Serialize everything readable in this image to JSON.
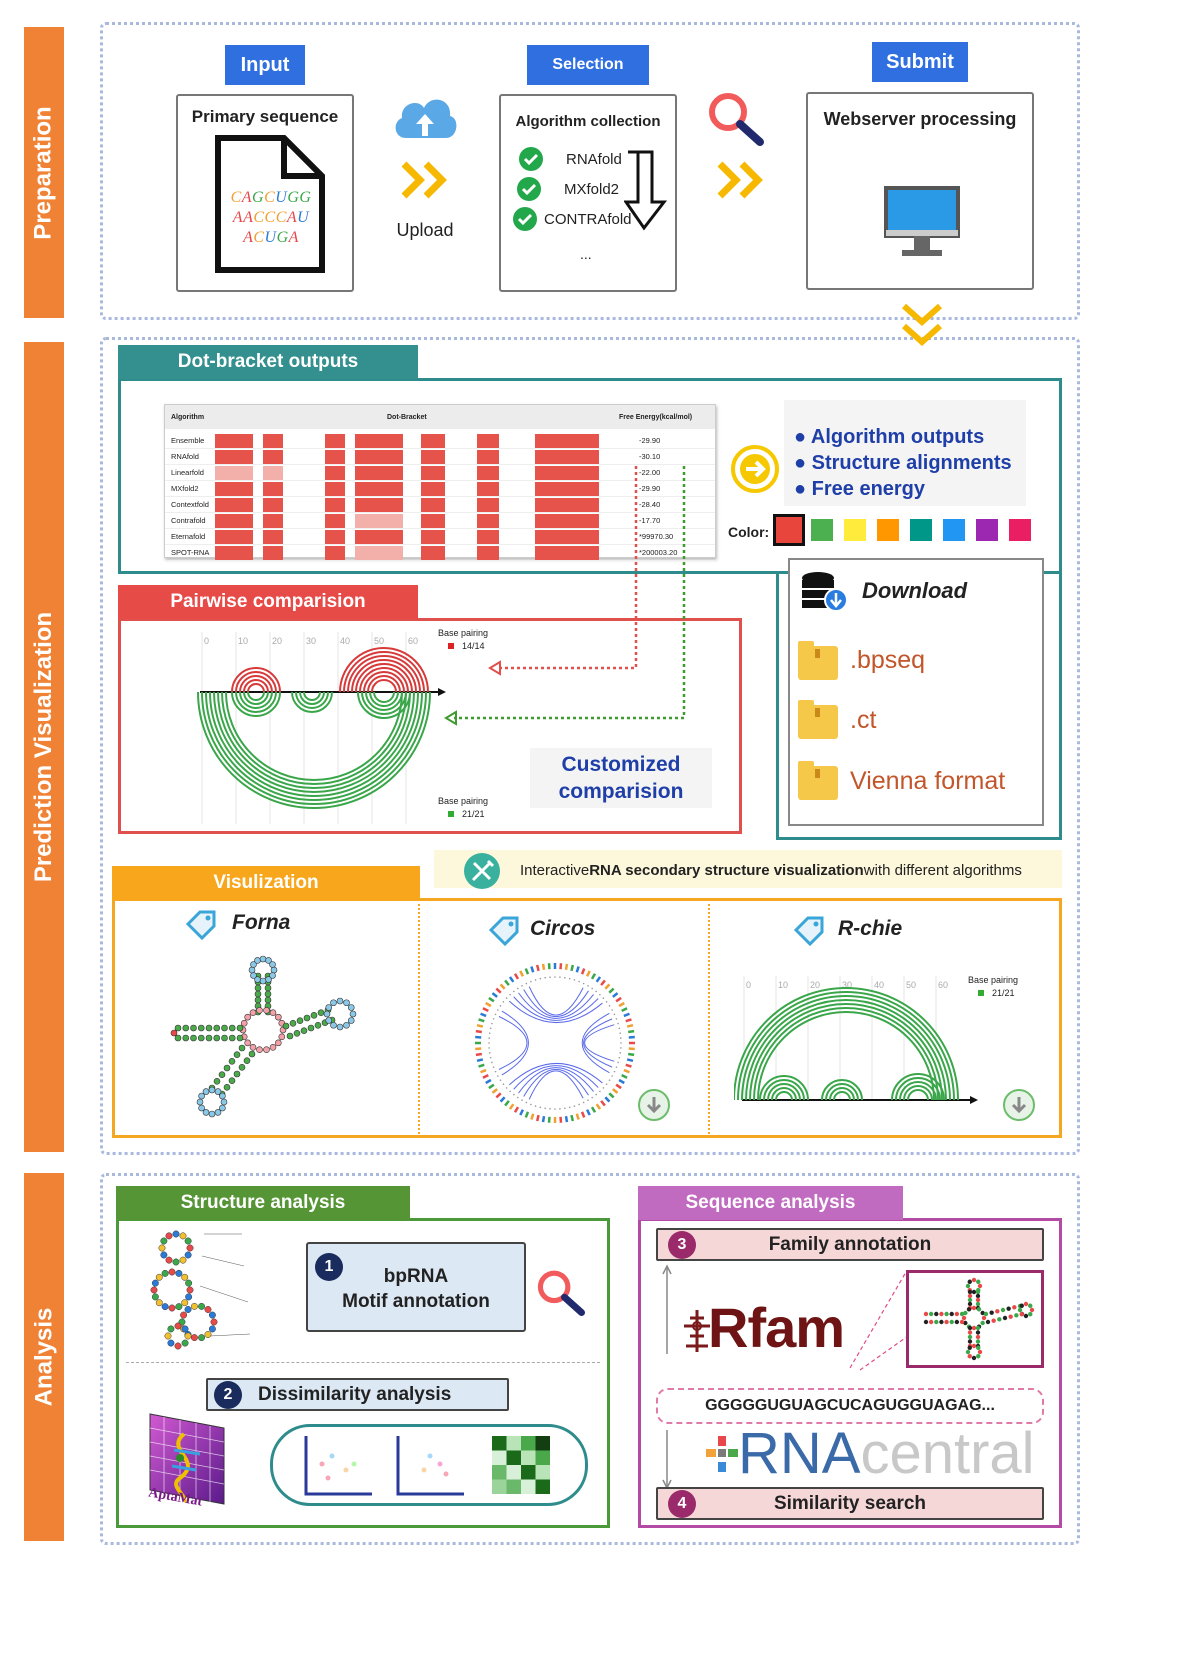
{
  "sections": {
    "preparation": "Preparation",
    "prediction": "Prediction Visualization",
    "analysis": "Analysis"
  },
  "preparation": {
    "input_tag": "Input",
    "selection_tag": "Selection",
    "submit_tag": "Submit",
    "primary_sequence_title": "Primary sequence",
    "sequence_lines": [
      "CAGCUGG",
      "AACCCAU",
      "ACUGA"
    ],
    "upload_label": "Upload",
    "algorithm_collection_title": "Algorithm collection",
    "algorithms": [
      "RNAfold",
      "MXfold2",
      "CONTRAfold"
    ],
    "ellipsis": "...",
    "webserver_title": "Webserver processing"
  },
  "dot_bracket": {
    "header": "Dot-bracket outputs",
    "columns": [
      "Algorithm",
      "Dot-Bracket",
      "Free Energy(kcal/mol)"
    ],
    "rows": [
      {
        "name": "Ensemble",
        "energy": "-29.90"
      },
      {
        "name": "RNAfold",
        "energy": "-30.10"
      },
      {
        "name": "Linearfold",
        "energy": "-22.00"
      },
      {
        "name": "MXfold2",
        "energy": "-29.90"
      },
      {
        "name": "Contextfold",
        "energy": "-28.40"
      },
      {
        "name": "Contrafold",
        "energy": "-17.70"
      },
      {
        "name": "Eternafold",
        "energy": "*99970.30"
      },
      {
        "name": "SPOT-RNA",
        "energy": "*200003.20"
      }
    ],
    "bullets": [
      "● Algorithm outputs",
      "● Structure alignments",
      "● Free energy"
    ],
    "color_label": "Color:",
    "colors": [
      "#e8453c",
      "#4caf50",
      "#ffeb3b",
      "#ff9800",
      "#009688",
      "#2196f3",
      "#9c27b0",
      "#e91e63"
    ]
  },
  "pairwise": {
    "header": "Pairwise comparision",
    "ticks": [
      "0",
      "10",
      "20",
      "30",
      "40",
      "50",
      "60"
    ],
    "top_legend_title": "Base pairing",
    "top_legend_value": "14/14",
    "bottom_legend_title": "Base pairing",
    "bottom_legend_value": "21/21",
    "customized": "Customized comparision"
  },
  "download": {
    "title": "Download",
    "items": [
      ".bpseq",
      ".ct",
      "Vienna format"
    ]
  },
  "visualization": {
    "header": "Visulization",
    "banner_pre": "Interactive",
    "banner_bold": "RNA secondary structure visualization",
    "banner_post": "with different algorithms",
    "tools": [
      "Forna",
      "Circos",
      "R-chie"
    ],
    "rchie_ticks": [
      "0",
      "10",
      "20",
      "30",
      "40",
      "50",
      "60"
    ],
    "rchie_legend_title": "Base pairing",
    "rchie_legend_value": "21/21"
  },
  "structure_analysis": {
    "header": "Structure analysis",
    "step1_num": "1",
    "step1_line1": "bpRNA",
    "step1_line2": "Motif annotation",
    "step2_num": "2",
    "step2_label": "Dissimilarity analysis",
    "aptamat_label": "AptaMat"
  },
  "sequence_analysis": {
    "header": "Sequence analysis",
    "step3_num": "3",
    "step3_label": "Family annotation",
    "rfam_logo": "Rfam",
    "sequence": "GGGGGUGUAGCUCAGUGGUAGAG...",
    "rnacentral_logo_a": "RNA",
    "rnacentral_logo_b": "central",
    "step4_num": "4",
    "step4_label": "Similarity search"
  }
}
